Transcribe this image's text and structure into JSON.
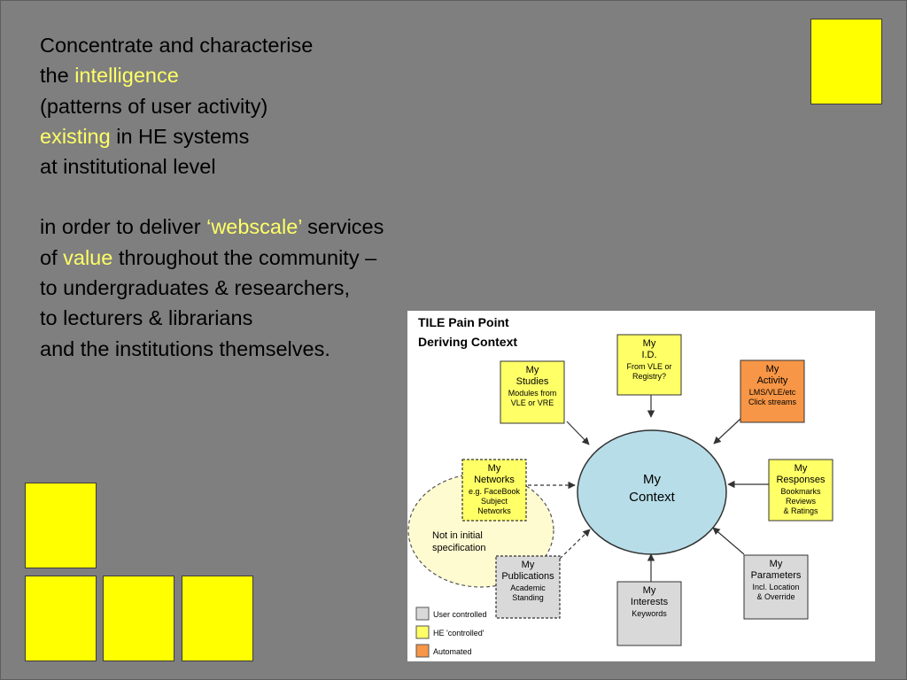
{
  "text": {
    "p1": {
      "l1": "Concentrate and characterise",
      "l2a": "the ",
      "l2b": "intelligence",
      "l3": "(patterns of user activity)",
      "l4a": "existing",
      "l4b": " in HE systems",
      "l5": "at institutional level"
    },
    "p2": {
      "l1a": "in order to deliver ",
      "l1b": "‘webscale’",
      "l1c": " services",
      "l2a": "of ",
      "l2b": "value",
      "l2c": " throughout the community –",
      "l3": "to undergraduates & researchers,",
      "l4": "to lecturers & librarians",
      "l5": "and the institutions themselves."
    }
  },
  "diagram": {
    "title": [
      "TILE Pain Point",
      "Deriving Context"
    ],
    "center": [
      "My",
      "Context"
    ],
    "bubble": [
      "Not in initial",
      "specification"
    ],
    "nodes": {
      "id": {
        "title": [
          "My",
          "I.D."
        ],
        "sub": [
          "From VLE or",
          "Registry?"
        ]
      },
      "studies": {
        "title": [
          "My",
          "Studies"
        ],
        "sub": [
          "Modules from",
          "VLE or VRE"
        ]
      },
      "activity": {
        "title": [
          "My",
          "Activity"
        ],
        "sub": [
          "LMS/VLE/etc",
          "Click streams"
        ]
      },
      "networks": {
        "title": [
          "My",
          "Networks"
        ],
        "sub": [
          "e.g. FaceBook",
          "Subject",
          "Networks"
        ]
      },
      "responses": {
        "title": [
          "My",
          "Responses"
        ],
        "sub": [
          "Bookmarks",
          "Reviews",
          "& Ratings"
        ]
      },
      "publications": {
        "title": [
          "My",
          "Publications"
        ],
        "sub": [
          "Academic",
          "Standing"
        ]
      },
      "interests": {
        "title": [
          "My",
          "Interests"
        ],
        "sub": [
          "Keywords"
        ]
      },
      "parameters": {
        "title": [
          "My",
          "Parameters"
        ],
        "sub": [
          "Incl. Location",
          "& Override"
        ]
      }
    },
    "legend": [
      "User controlled",
      "HE 'controlled'",
      "Automated"
    ],
    "colors": {
      "user_controlled": "#d9d9d9",
      "he_controlled": "#ffff66",
      "automated": "#f79646",
      "context_circle": "#b7dde8",
      "bubble": "#fffbd0",
      "slide_bg": "#7f7f7f",
      "highlight_text": "#ffff66"
    }
  }
}
